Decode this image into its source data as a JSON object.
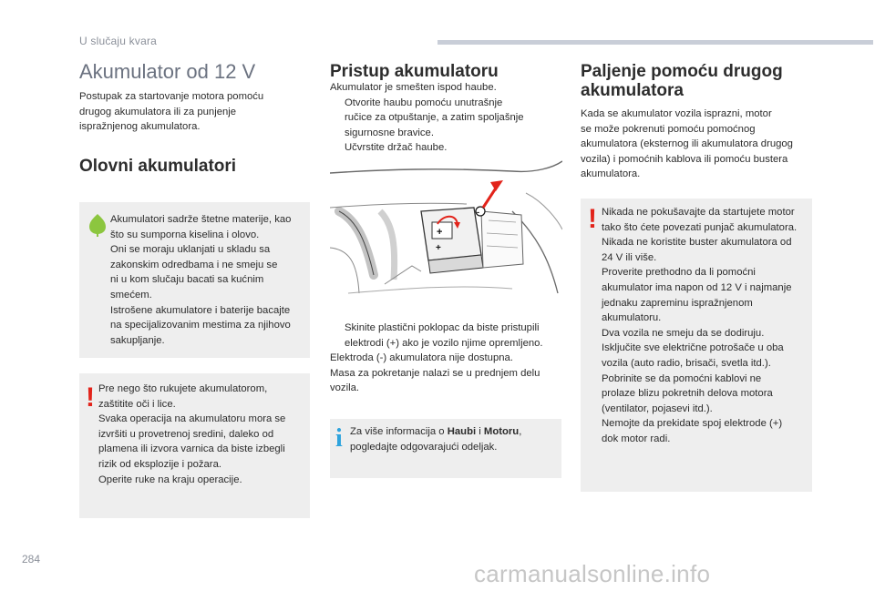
{
  "header": {
    "chapter": "U slučaju kvara"
  },
  "page_number": "284",
  "watermark": "carmanualsonline.info",
  "col1": {
    "title": "Akumulator od 12 V",
    "intro": "Postupak za startovanje motora pomoću\ndrugog akumulatora ili za punjenje\nispražnjenog akumulatora.",
    "subtitle": "Olovni akumulatori",
    "env_note": "Akumulatori sadrže štetne materije, kao\nšto su sumporna kiselina i olovo.\nOni se moraju uklanjati u skladu sa\nzakonskim odredbama i ne smeju se\nni u kom slučaju bacati sa kućnim\nsmećem.\nIstrošene akumulatore i baterije bacajte\nna specijalizovanim mestima za njihovo\nsakupljanje.",
    "warning": "Pre nego što rukujete akumulatorom,\nzaštitite oči i lice.\nSvaka operacija na akumulatoru mora se\nizvršiti u provetrenoj sredini, daleko od\nplamena ili izvora varnica da biste izbegli\nrizik od eksplozije i požara.\nOperite ruke na kraju operacije."
  },
  "col2": {
    "title": "Pristup akumulatoru",
    "intro": "Akumulator je smešten ispod haube.",
    "steps": [
      "Otvorite haubu pomoću unutrašnje\nručice za otpuštanje, a zatim spoljašnje\nsigurnosne bravice.",
      "Učvrstite držač haube."
    ],
    "step_after": "Skinite plastični poklopac da biste pristupili\nelektrodi (+) ako je vozilo njime opremljeno.",
    "after_text": "Elektroda (-) akumulatora nije dostupna.\nMasa za pokretanje nalazi se u prednjem delu\nvozila.",
    "info": {
      "prefix": "Za više informacija o ",
      "bold1": "Haubi",
      "mid": " i ",
      "bold2": "Motoru",
      "suffix": ",\npogledajte odgovarajući odeljak."
    },
    "bullet_glyph": "",
    "figure_marks": {
      "plus1": "+",
      "plus2": "+",
      "minus": "-"
    }
  },
  "col3": {
    "title": "Paljenje pomoću drugog\nakumulatora",
    "intro": "Kada se akumulator vozila isprazni, motor\nse može pokrenuti pomoću pomoćnog\nakumulatora (eksternog ili akumulatora drugog\nvozila) i pomoćnih kablova ili pomoću bustera\nakumulatora.",
    "warning": "Nikada ne pokušavajte da startujete motor\ntako što ćete povezati punjač akumulatora.\nNikada ne koristite buster akumulatora od\n24 V ili više.\nProverite prethodno da li pomoćni\nakumulator ima napon od 12 V i najmanje\njednaku zapreminu ispražnjenom\nakumulatoru.\nDva vozila ne smeju da se dodiruju.\nIsključite sve električne potrošače u oba\nvozila (auto radio, brisači, svetla itd.).\nPobrinite se da pomoćni kablovi ne\nprolaze blizu pokretnih delova motora\n(ventilator, pojasevi itd.).\nNemojte da prekidate spoj elektrode (+)\ndok motor radi."
  },
  "icons": {
    "env": "leaf-icon",
    "warn": "exclamation-icon",
    "info": "info-icon"
  },
  "glyphs": {
    "excl": "!",
    "info": "i"
  },
  "colors": {
    "warning": "#e2231a",
    "environment": "#8cc63f",
    "info": "#2ea3dd",
    "box_bg": "#eeeeee"
  }
}
